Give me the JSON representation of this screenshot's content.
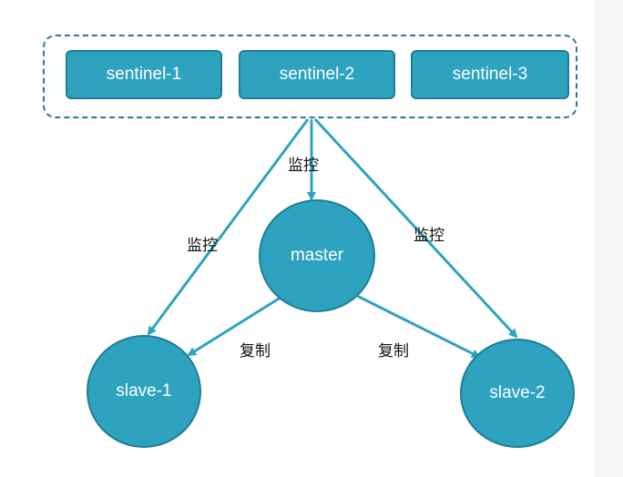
{
  "sentinels": {
    "s1": "sentinel-1",
    "s2": "sentinel-2",
    "s3": "sentinel-3"
  },
  "nodes": {
    "master": "master",
    "slave1": "slave-1",
    "slave2": "slave-2"
  },
  "edge_labels": {
    "monitor_center": "监控",
    "monitor_left": "监控",
    "monitor_right": "监控",
    "replicate_left": "复制",
    "replicate_right": "复制"
  },
  "colors": {
    "node_fill": "#2ea3bf",
    "node_border": "#1e7e96",
    "arrow": "#2ea3bf",
    "frame_dash": "#2a7a93"
  }
}
